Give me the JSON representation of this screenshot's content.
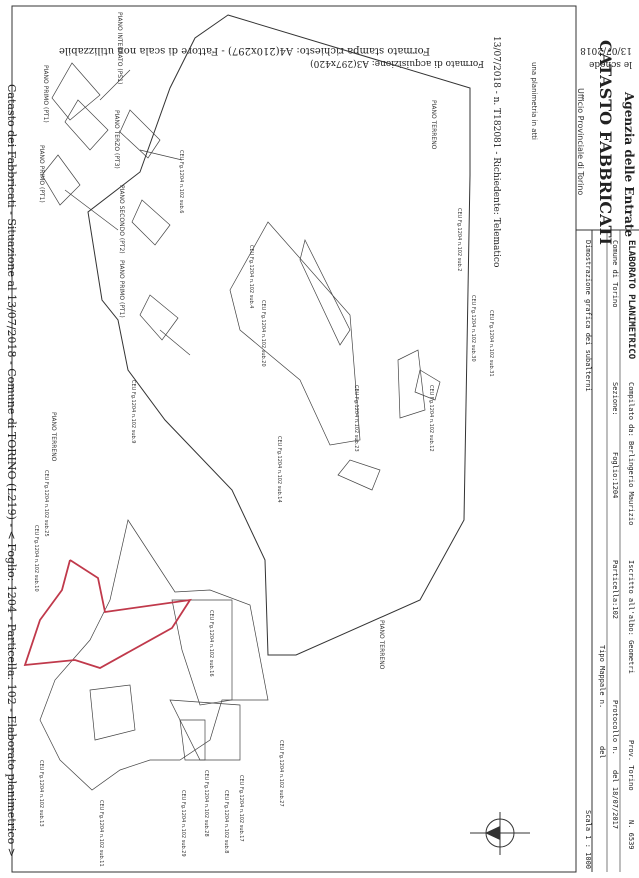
{
  "header": {
    "agency": "Agenzia delle Entrate",
    "catasto": "CATASTO FABBRICATI",
    "ufficio": "Ufficio Provinciale di Torino",
    "planimetria": "una planimetria in atti",
    "data_line": "13/07/2018 - n. T182081 - Richiedente: Telematico",
    "formato_line": "Formato stampa richiesto: A4(210x297) - Fattore di scala non utilizzabile",
    "schede_line": "Formato di acquisizione: A3(297x420)",
    "schede_prefix": "le schede",
    "date_prefix": "13/07/2018"
  },
  "form": {
    "title": "ELABORATO PLANIMETRICO",
    "compilato": "Compilato da: Berlingerio Maurizio",
    "iscritto": "Iscritto all'albo: Geometri",
    "prov": "Prov. Torino",
    "n": "N. 6539",
    "comune": "Comune di Torino",
    "sezione": "Sezione:",
    "foglio": "Foglio:1204",
    "particella": "Particella:102",
    "protocollo": "Protocollo n.",
    "del": "del 18/07/2017",
    "tipo_mappale": "Tipo Mappale n.",
    "del2": "del",
    "dimostrazione": "Dimostrazione grafica dei subalterni",
    "scala": "Scala 1 : 1000"
  },
  "labels": {
    "piano_terreno_top": "PIANO TERRENO",
    "piano_terreno_left": "PIANO TERRENO",
    "piano_terreno_bottom": "PIANO TERRENO",
    "piano_primo_1": "PIANO PRIMO (PT1)",
    "piano_primo_2": "PIANO PRIMO (PT1)",
    "piano_primo_3": "PIANO PRIMO (PT1)",
    "piano_secondo": "PIANO SECONDO (PT2)",
    "piano_terzo": "PIANO TERZO (PT3)",
    "piano_interrato": "PIANO INTERRATO (PS1)"
  },
  "tags": [
    "CEU Fg.1204 n.102 sub.6",
    "CEU Fg.1204 n.102 sub.4",
    "CEU Fg.1204 n.102 sub.20",
    "CEU Fg.1204 n.102 sub.2",
    "CEU Fg.1204 n.102 sub.30",
    "CEU Fg.1204 n.102 sub.23",
    "CEU Fg.1204 n.102 sub.31",
    "CEU Fg.1204 n.102 sub.12",
    "CEU Fg.1204 n.102 sub.14",
    "CEU Fg.1204 n.102 sub.9",
    "CEU Fg.1204 n.102 sub.16",
    "CEU Fg.1204 n.102 sub.25",
    "CEU Fg.1204 n.102 sub.10",
    "CEU Fg.1204 n.102 sub.27",
    "CEU Fg.1204 n.102 sub.17",
    "CEU Fg.1204 n.102 sub.8",
    "CEU Fg.1204 n.102 sub.28",
    "CEU Fg.1204 n.102 sub.29",
    "CEU Fg.1204 n.102 sub.13",
    "CEU Fg.1204 n.102 sub.11"
  ],
  "footer": "Catasto dei Fabbricati - Situazione al 13/07/2018 - Comune di TORINO (L219) - < Foglio: 1204 - Particella: 102 - Elaborato planimetrico >",
  "colors": {
    "highlight": "#c0394b",
    "ink": "#333333"
  }
}
